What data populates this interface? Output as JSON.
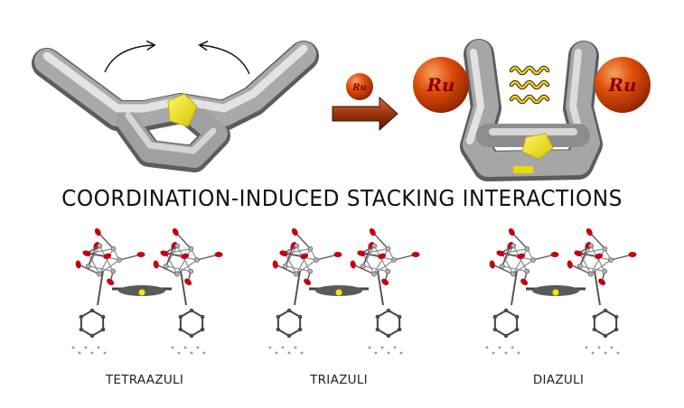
{
  "heading": "COORDINATION-INDUCED STACKING INTERACTIONS",
  "metal_label": "Ru",
  "captions": [
    "TETRAAZULI",
    "TRIAZULI",
    "DIAZULI"
  ],
  "colors": {
    "tube_light": "#d6d6d6",
    "tube_dark": "#6e6e6e",
    "sulfur": "#f5e900",
    "ruthenium": "#d23c06",
    "ru_text": "#8a0000",
    "arrow": "#8b2d0c",
    "wave": "#e8c820",
    "oxygen": "#c40010",
    "carbon": "#505050"
  }
}
